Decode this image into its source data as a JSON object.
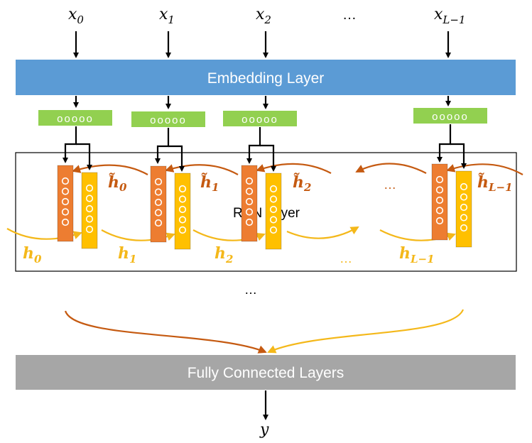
{
  "inputs": [
    {
      "base": "x",
      "sub": "0"
    },
    {
      "base": "x",
      "sub": "1"
    },
    {
      "base": "x",
      "sub": "2"
    },
    {
      "base": "",
      "sub": "",
      "ellipsis": "…"
    },
    {
      "base": "x",
      "sub": "L−1"
    }
  ],
  "embedding": {
    "label": "Embedding Layer"
  },
  "embedding_vectors": {
    "dots": "ooooo"
  },
  "rnn": {
    "label": "RNN Layer",
    "ellipsis": "…"
  },
  "forward_states": [
    {
      "base": "h",
      "sub": "0"
    },
    {
      "base": "h",
      "sub": "1"
    },
    {
      "base": "h",
      "sub": "2"
    },
    {
      "base": "",
      "sub": "",
      "ellipsis": "…"
    },
    {
      "base": "h",
      "sub": "L−1"
    }
  ],
  "backward_states": [
    {
      "base": "h̃",
      "sub": "0"
    },
    {
      "base": "h̃",
      "sub": "1"
    },
    {
      "base": "h̃",
      "sub": "2"
    },
    {
      "base": "",
      "sub": "",
      "ellipsis": "…"
    },
    {
      "base": "h̃",
      "sub": "L−1"
    }
  ],
  "between_layers_ellipsis": "…",
  "fc": {
    "label": "Fully Connected Layers"
  },
  "output": {
    "base": "y"
  },
  "colors": {
    "embedding": "#5b9bd5",
    "embed_vector": "#92d050",
    "backward_cell": "#ed7d31",
    "forward_cell": "#ffc000",
    "backward_arrow": "#c55a11",
    "forward_arrow": "#f4b81a",
    "fc": "#a6a6a6"
  }
}
